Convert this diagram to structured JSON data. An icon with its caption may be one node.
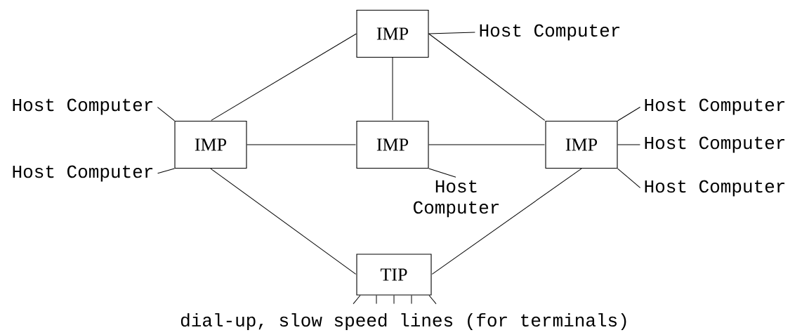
{
  "diagram": {
    "nodes": [
      {
        "text": [
          "IMP"
        ]
      },
      {
        "text": [
          "IMP"
        ]
      },
      {
        "text": [
          "IMP"
        ]
      },
      {
        "text": [
          "IMP"
        ]
      },
      {
        "text": [
          "TIP"
        ]
      },
      {
        "text": [
          "Host Computer"
        ]
      },
      {
        "text": [
          "Host Computer"
        ]
      },
      {
        "text": [
          "Host Computer"
        ]
      },
      {
        "text": [
          "Host Computer"
        ]
      },
      {
        "text": [
          "Host Computer"
        ]
      },
      {
        "text": [
          "Host Computer"
        ]
      },
      {
        "text": [
          "Host Computer"
        ]
      }
    ],
    "edges": [
      {
        "from": 0,
        "to": 1,
        "arrow": "none"
      },
      {
        "from": 0,
        "to": 2,
        "arrow": "none"
      },
      {
        "from": 0,
        "to": 3,
        "arrow": "none"
      },
      {
        "from": 1,
        "to": 2,
        "arrow": "none"
      },
      {
        "from": 2,
        "to": 3,
        "arrow": "none"
      },
      {
        "from": 1,
        "to": 4,
        "arrow": "none"
      },
      {
        "from": 3,
        "to": 4,
        "arrow": "none"
      },
      {
        "from": 0,
        "to": 5,
        "arrow": "none"
      },
      {
        "from": 1,
        "to": 6,
        "arrow": "none"
      },
      {
        "from": 1,
        "to": 7,
        "arrow": "none"
      },
      {
        "from": 2,
        "to": 8,
        "arrow": "none"
      },
      {
        "from": 3,
        "to": 9,
        "arrow": "none"
      },
      {
        "from": 3,
        "to": 10,
        "arrow": "none"
      },
      {
        "from": 3,
        "to": 11,
        "arrow": "none"
      },
      {
        "from": 4,
        "to": null,
        "arrow": "none"
      },
      {
        "from": 4,
        "to": null,
        "arrow": "none"
      },
      {
        "from": 4,
        "to": null,
        "arrow": "none"
      },
      {
        "from": 4,
        "to": null,
        "arrow": "none"
      },
      {
        "from": 4,
        "to": null,
        "arrow": "none"
      }
    ],
    "labels": [
      "dial-up, slow speed lines (for terminals)"
    ]
  }
}
